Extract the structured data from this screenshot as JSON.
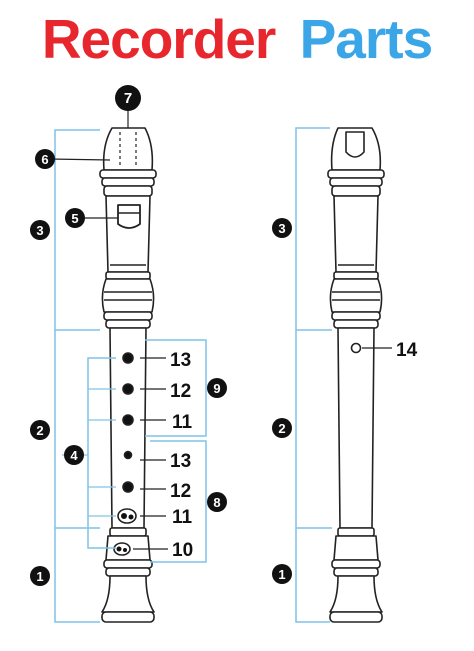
{
  "title": {
    "word1": "Recorder",
    "word2": "Parts",
    "color1": "#e8262d",
    "color2": "#3aa6e8"
  },
  "bracket_color": "#7fc4e6",
  "badges": {
    "b7": "7",
    "b6": "6",
    "b5": "5",
    "b3": "3",
    "b2": "2",
    "b4": "4",
    "b1": "1",
    "b9": "9",
    "b8": "8",
    "r3": "3",
    "r2": "2",
    "r1": "1"
  },
  "hole_labels": {
    "h13a": "13",
    "h12a": "12",
    "h11a": "11",
    "h13b": "13",
    "h12b": "12",
    "h11b": "11",
    "h10": "10",
    "h14": "14"
  }
}
